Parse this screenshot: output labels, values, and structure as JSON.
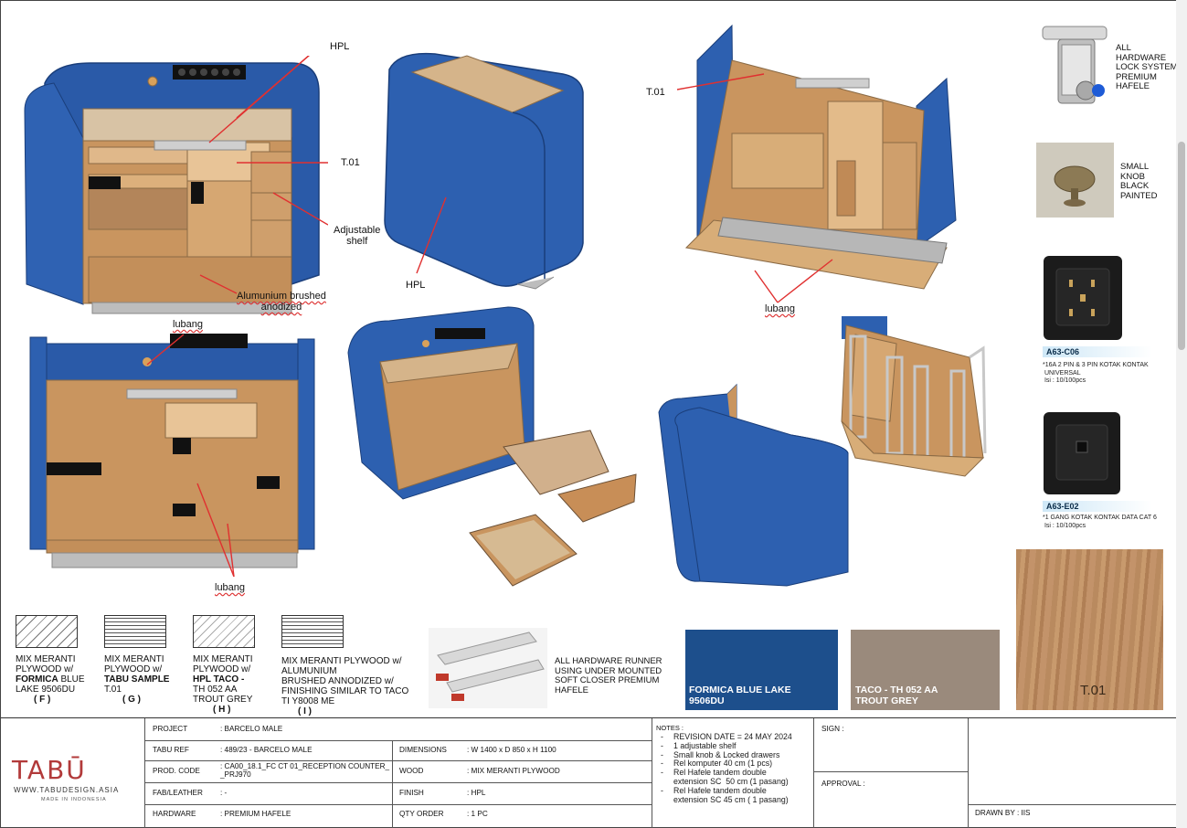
{
  "callouts": {
    "hpl_top": "HPL",
    "t01_front": "T.01",
    "adjustable_shelf": "Adjustable\nshelf",
    "aluminium": "Alumunium brushed\nanodized",
    "hpl_bottom": "HPL",
    "t01_back": "T.01",
    "lubang_back": "lubang",
    "lubang_top": "lubang",
    "lubang_bottom": "lubang"
  },
  "hardware": {
    "lock": "ALL\nHARDWARE\nLOCK SYSTEM\nPREMIUM\nHAFELE",
    "knob": "SMALL\nKNOB\nBLACK\nPAINTED",
    "socket_code": "A63-C06",
    "socket_desc": "*16A 2 PIN & 3 PIN KOTAK KONTAK\n UNIVERSAL\n Isi : 10/100pcs",
    "data_code": "A63-E02",
    "data_desc": "*1 GANG KOTAK KONTAK DATA CAT 6\n Isi : 10/100pcs",
    "runner": "ALL HARDWARE RUNNER\nUSING UNDER MOUNTED\nSOFT CLOSER PREMIUM\nHAFELE"
  },
  "materials": [
    {
      "line1": "MIX MERANTI",
      "line2": "PLYWOOD w/",
      "bold": "FORMICA",
      "rest": " BLUE",
      "line4": "LAKE 9506DU",
      "tag": "( F )"
    },
    {
      "line1": "MIX MERANTI",
      "line2": "PLYWOOD w/",
      "bold": "TABU SAMPLE",
      "rest": "",
      "line4": "T.01",
      "tag": "( G )"
    },
    {
      "line1": "MIX MERANTI",
      "line2": "PLYWOOD w/",
      "bold": "HPL TACO -",
      "rest": "",
      "line4": "TH 052 AA\nTROUT GREY",
      "tag": "( H )"
    },
    {
      "line1": "MIX MERANTI PLYWOOD w/",
      "line2": "ALUMUNIUM",
      "bold": "",
      "rest": "",
      "line4": "BRUSHED ANNODIZED w/\nFINISHING SIMILAR TO TACO\nTI Y8008 ME",
      "tag": "( I )"
    }
  ],
  "color_cards": {
    "blue": {
      "label": "FORMICA BLUE LAKE\n9506DU",
      "color": "#1d4f8c"
    },
    "grey": {
      "label": "TACO - TH 052 AA\nTROUT GREY",
      "color": "#9a8a7c"
    },
    "wood": {
      "label": "T.01"
    }
  },
  "title_block": {
    "logo": "TABŪ",
    "website": "WWW.TABUDESIGN.ASIA",
    "made_in": "MADE IN INDONESIA",
    "project_label": "PROJECT",
    "project_value": ": BARCELO MALE",
    "ref_label": "TABU REF",
    "ref_value": ": 489/23 - BARCELO MALE",
    "code_label": "PROD. CODE",
    "code_value": ": CA00_18.1_FC CT 01_RECEPTION COUNTER_\n_PRJ970",
    "fab_label": "FAB/LEATHER",
    "fab_value": ": -",
    "hardware_label": "HARDWARE",
    "hardware_value": ": PREMIUM HAFELE",
    "dim_label": "DIMENSIONS",
    "dim_value": ": W 1400 x D 850 x H 1100",
    "wood_label": "WOOD",
    "wood_value": ": MIX MERANTI PLYWOOD",
    "finish_label": "FINISH",
    "finish_value": ": HPL",
    "qty_label": "QTY ORDER",
    "qty_value": ": 1 PC",
    "notes_label": "NOTES :",
    "notes": [
      "REVISION DATE = 24 MAY 2024",
      "1 adjustable shelf",
      "Small knob & Locked drawers",
      "Rel komputer 40 cm (1 pcs)",
      "Rel Hafele tandem double\nextension SC  50 cm (1 pasang)",
      "Rel Hafele tandem double\nextension SC 45 cm ( 1 pasang)"
    ],
    "sign_label": "SIGN :",
    "approval_label": "APPROVAL :",
    "drawn_label": "DRAWN BY : IIS"
  }
}
